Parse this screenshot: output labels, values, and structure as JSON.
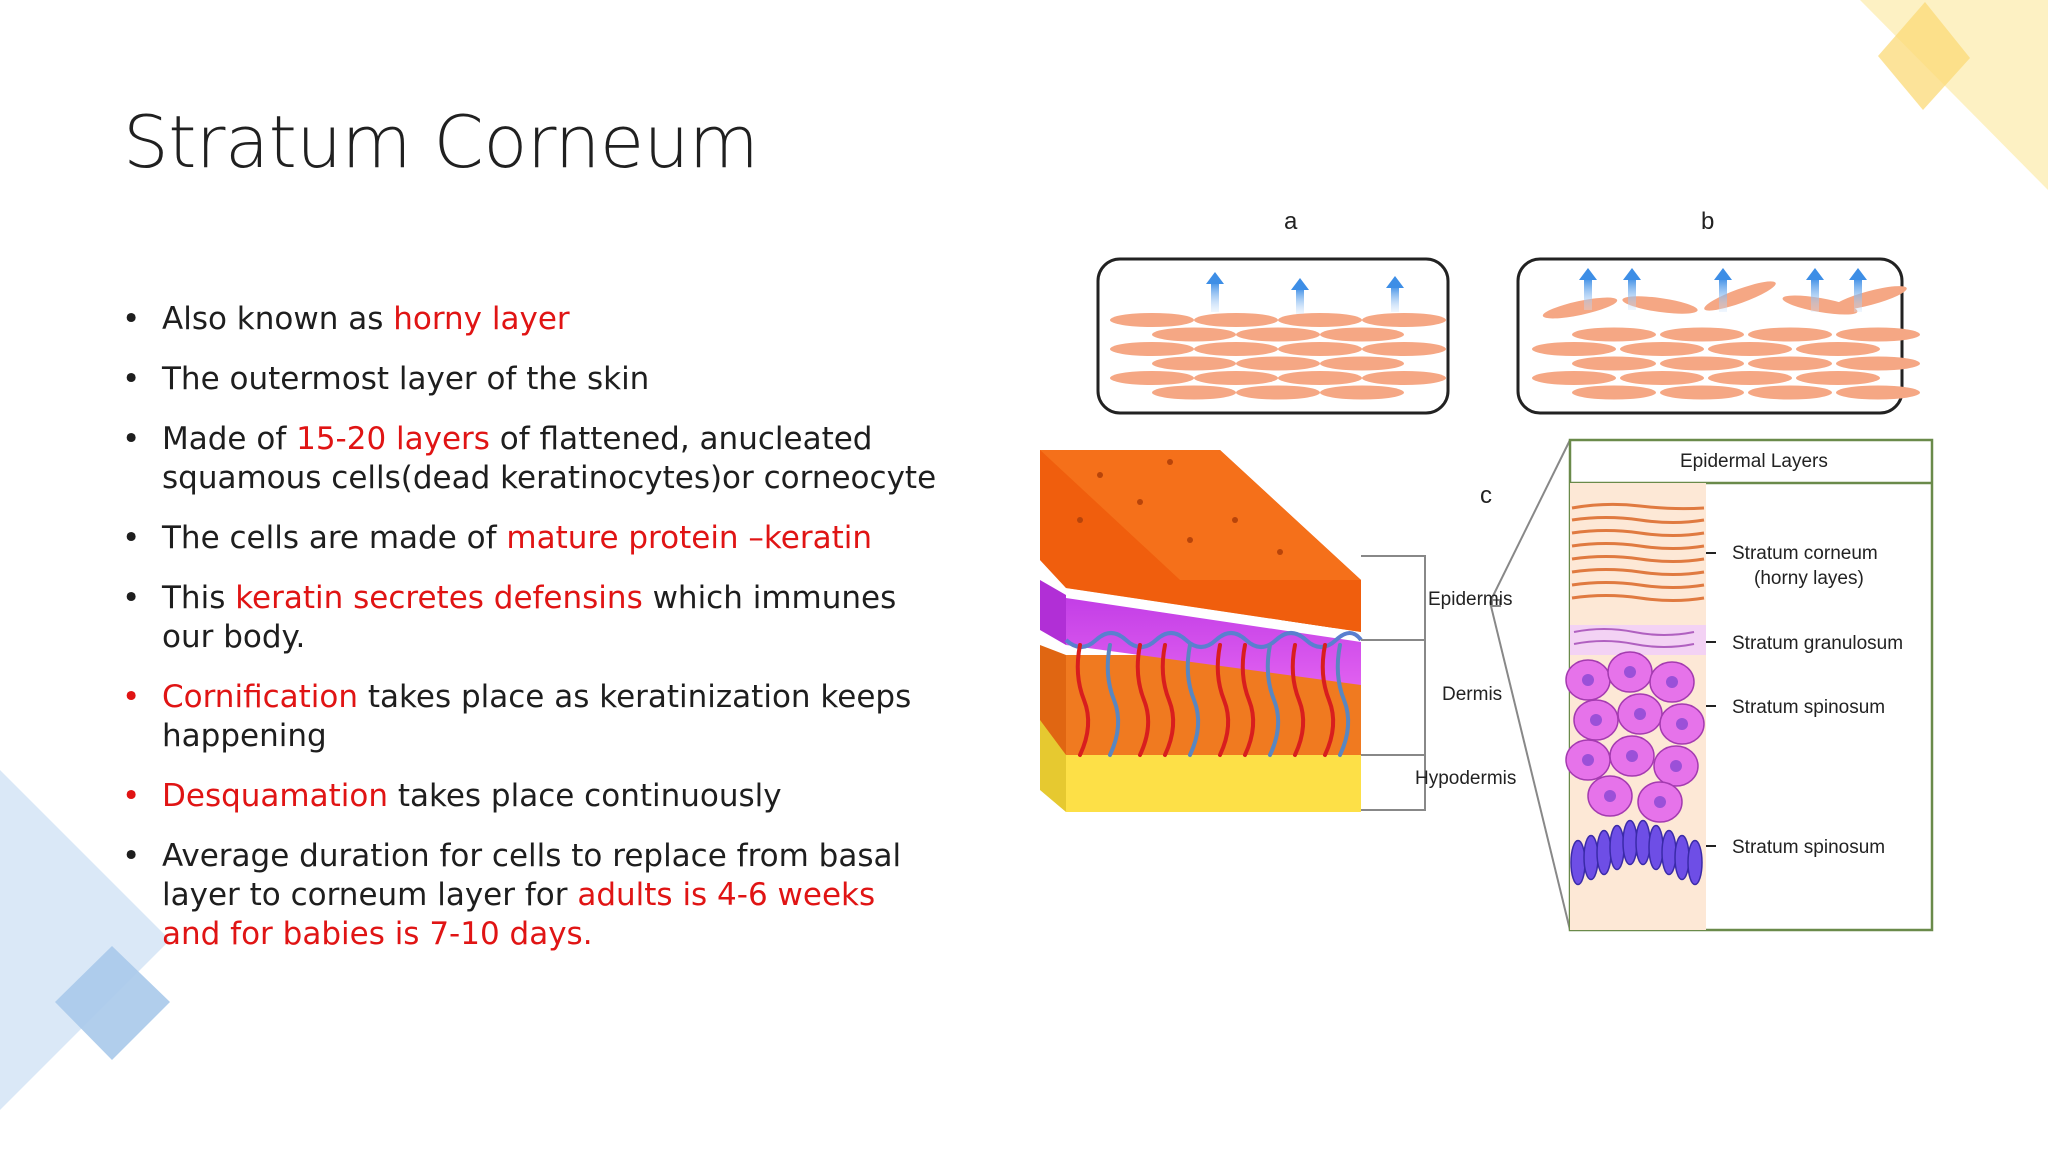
{
  "slide": {
    "title": "Stratum Corneum",
    "bullets": [
      {
        "bullet_color": "black",
        "parts": [
          {
            "text": "Also known as ",
            "hl": false
          },
          {
            "text": "horny layer",
            "hl": true
          }
        ]
      },
      {
        "bullet_color": "black",
        "parts": [
          {
            "text": "The outermost layer of the skin",
            "hl": false
          }
        ]
      },
      {
        "bullet_color": "black",
        "parts": [
          {
            "text": "Made of ",
            "hl": false
          },
          {
            "text": "15-20 layers",
            "hl": true
          },
          {
            "text": " of flattened, anucleated squamous cells(dead keratinocytes)or corneocyte",
            "hl": false
          }
        ]
      },
      {
        "bullet_color": "black",
        "parts": [
          {
            "text": "The cells are made of ",
            "hl": false
          },
          {
            "text": "mature protein –keratin",
            "hl": true
          }
        ]
      },
      {
        "bullet_color": "black",
        "parts": [
          {
            "text": "This ",
            "hl": false
          },
          {
            "text": "keratin secretes defensins",
            "hl": true
          },
          {
            "text": " which immunes our body.",
            "hl": false
          }
        ]
      },
      {
        "bullet_color": "red",
        "parts": [
          {
            "text": "Cornification",
            "hl": true
          },
          {
            "text": " takes place as keratinization keeps happening",
            "hl": false
          }
        ]
      },
      {
        "bullet_color": "red",
        "parts": [
          {
            "text": "Desquamation",
            "hl": true
          },
          {
            "text": " takes place continuously",
            "hl": false
          }
        ]
      },
      {
        "bullet_color": "black",
        "parts": [
          {
            "text": "Average duration for cells to replace from basal layer to corneum layer for ",
            "hl": false
          },
          {
            "text": "adults is 4-6 weeks and for babies is 7-10 days.",
            "hl": true
          }
        ]
      }
    ]
  },
  "figure": {
    "panel_a_label": "a",
    "panel_b_label": "b",
    "panel_c_label": "c",
    "block_labels": {
      "epidermis": "Epidermis",
      "dermis": "Dermis",
      "hypodermis": "Hypodermis"
    },
    "inset_title": "Epidermal Layers",
    "inset_layers": {
      "corneum_line1": "Stratum corneum",
      "corneum_line2": "(horny layes)",
      "granulosum": "Stratum granulosum",
      "spinosum_1": "Stratum spinosum",
      "spinosum_2": "Stratum spinosum"
    }
  },
  "colors": {
    "highlight": "#e01414",
    "text": "#1e1e1e",
    "deco_blue": "#bcd6ef",
    "deco_yellow": "#fde9a8"
  }
}
